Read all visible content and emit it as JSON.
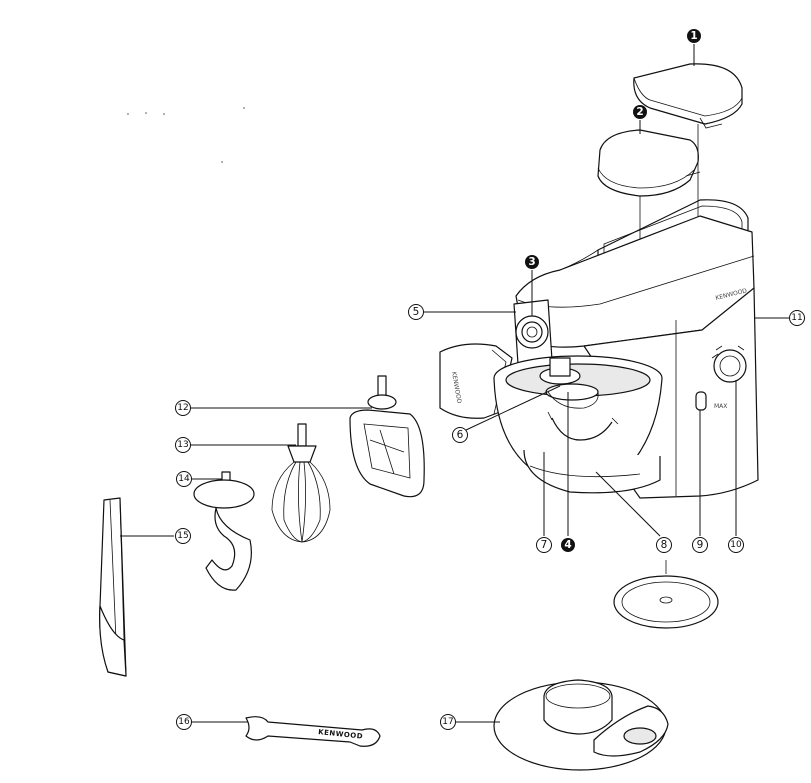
{
  "diagram": {
    "callouts_filled": [
      {
        "id": "c1",
        "label": "1"
      },
      {
        "id": "c2",
        "label": "2"
      },
      {
        "id": "c3",
        "label": "3"
      },
      {
        "id": "c4",
        "label": "4"
      }
    ],
    "callouts_outline": [
      {
        "id": "c5",
        "label": "5"
      },
      {
        "id": "c6",
        "label": "6"
      },
      {
        "id": "c7",
        "label": "7"
      },
      {
        "id": "c8",
        "label": "8"
      },
      {
        "id": "c9",
        "label": "9"
      },
      {
        "id": "c10",
        "label": "10"
      },
      {
        "id": "c11",
        "label": "11"
      },
      {
        "id": "c12",
        "label": "12"
      },
      {
        "id": "c13",
        "label": "13"
      },
      {
        "id": "c14",
        "label": "14"
      },
      {
        "id": "c15",
        "label": "15"
      },
      {
        "id": "c16",
        "label": "16"
      },
      {
        "id": "c17",
        "label": "17"
      }
    ],
    "brand_text": "KENWOOD"
  }
}
